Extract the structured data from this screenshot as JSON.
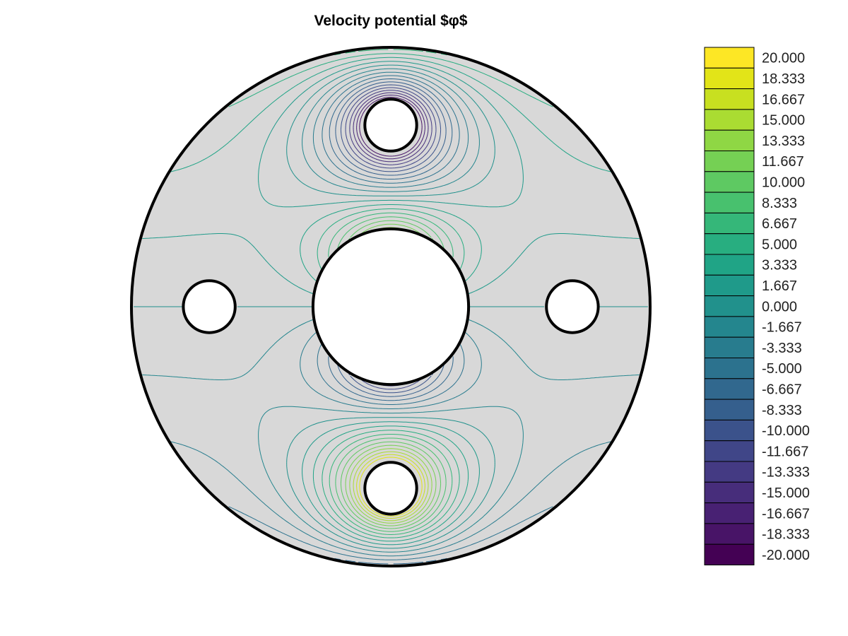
{
  "chart_data": {
    "type": "contour",
    "title": "Velocity potential $φ$",
    "xlabel": "",
    "ylabel": "",
    "colormap": "viridis",
    "domain": {
      "shape": "disk-with-holes",
      "outer_radius": 1.0,
      "holes": [
        {
          "name": "center",
          "cx": 0.0,
          "cy": 0.0,
          "r": 0.3
        },
        {
          "name": "top",
          "cx": 0.0,
          "cy": 0.7,
          "r": 0.1
        },
        {
          "name": "bottom",
          "cx": 0.0,
          "cy": -0.7,
          "r": 0.1
        },
        {
          "name": "left",
          "cx": -0.7,
          "cy": 0.0,
          "r": 0.1
        },
        {
          "name": "right",
          "cx": 0.7,
          "cy": 0.0,
          "r": 0.1
        }
      ]
    },
    "vmin": -20.0,
    "vmax": 20.0,
    "levels": [
      "20.000",
      "18.333",
      "16.667",
      "15.000",
      "13.333",
      "11.667",
      "10.000",
      "8.333",
      "6.667",
      "5.000",
      "3.333",
      "1.667",
      "0.000",
      "-1.667",
      "-3.333",
      "-5.000",
      "-6.667",
      "-8.333",
      "-10.000",
      "-11.667",
      "-13.333",
      "-15.000",
      "-16.667",
      "-18.333",
      "-20.000"
    ],
    "legend_position": "right",
    "colors": [
      "#fde725",
      "#e2e418",
      "#c8e020",
      "#aadc32",
      "#8fd744",
      "#75d054",
      "#5ec962",
      "#48c16e",
      "#35b779",
      "#28ae80",
      "#20a486",
      "#1f9a8a",
      "#21918c",
      "#24868e",
      "#287c8e",
      "#2c728e",
      "#31688e",
      "#355f8d",
      "#3b528b",
      "#404688",
      "#443a83",
      "#472d7b",
      "#482173",
      "#481467",
      "#440154"
    ]
  },
  "page": {
    "field_fill": "#d8d8d8"
  }
}
